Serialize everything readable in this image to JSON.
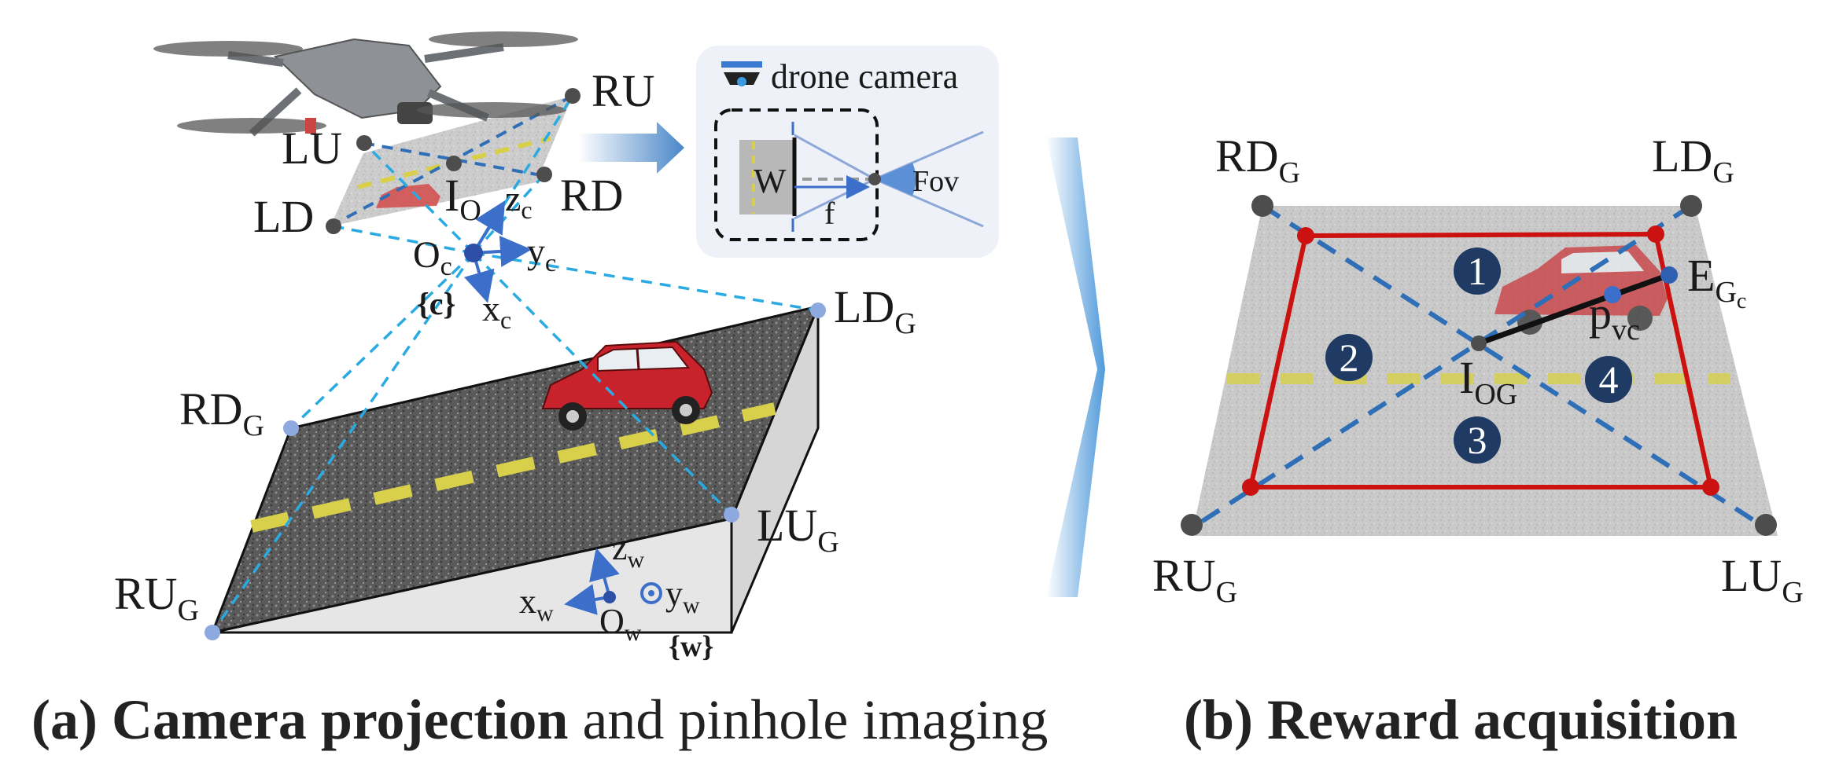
{
  "panel_a": {
    "image_labels": [
      "LU",
      "RU",
      "LD",
      "RD"
    ],
    "image_center": "I",
    "image_center_sub": "O",
    "cam_origin": "O",
    "cam_origin_sub": "c",
    "cam_frame": "{c}",
    "axis_z": "z",
    "axis_z_sub": "c",
    "axis_y": "y",
    "axis_y_sub": "c",
    "axis_x": "x",
    "axis_x_sub": "c",
    "ground": {
      "ld": "LD",
      "rd": "RD",
      "lu": "LU",
      "ru": "RU",
      "sub": "G"
    },
    "world": {
      "z": "z",
      "y": "y",
      "x": "x",
      "o": "O",
      "sub": "w",
      "frame": "{w}"
    },
    "inset": {
      "title": "drone camera",
      "w": "W",
      "f": "f",
      "fov": "Fov"
    },
    "caption_prefix": "(a) Camera projection",
    "caption_suffix": " and pinhole imaging"
  },
  "panel_b": {
    "rd": "RD",
    "ld": "LD",
    "ru": "RU",
    "lu": "LU",
    "sub": "G",
    "e": "E",
    "e_sub": "G",
    "e_subsub": "c",
    "p": "p",
    "p_sub": "vc",
    "i": "I",
    "i_sub": "OG",
    "regions": [
      "1",
      "2",
      "3",
      "4"
    ],
    "caption": "(b) Reward acquisition"
  },
  "colors": {
    "dashed_blue": "#29abe2",
    "diag_blue": "#2e6fb7",
    "reward_red": "#cc1111",
    "axis_blue": "#3b6fc9",
    "dark_circle": "#1f3a63"
  }
}
